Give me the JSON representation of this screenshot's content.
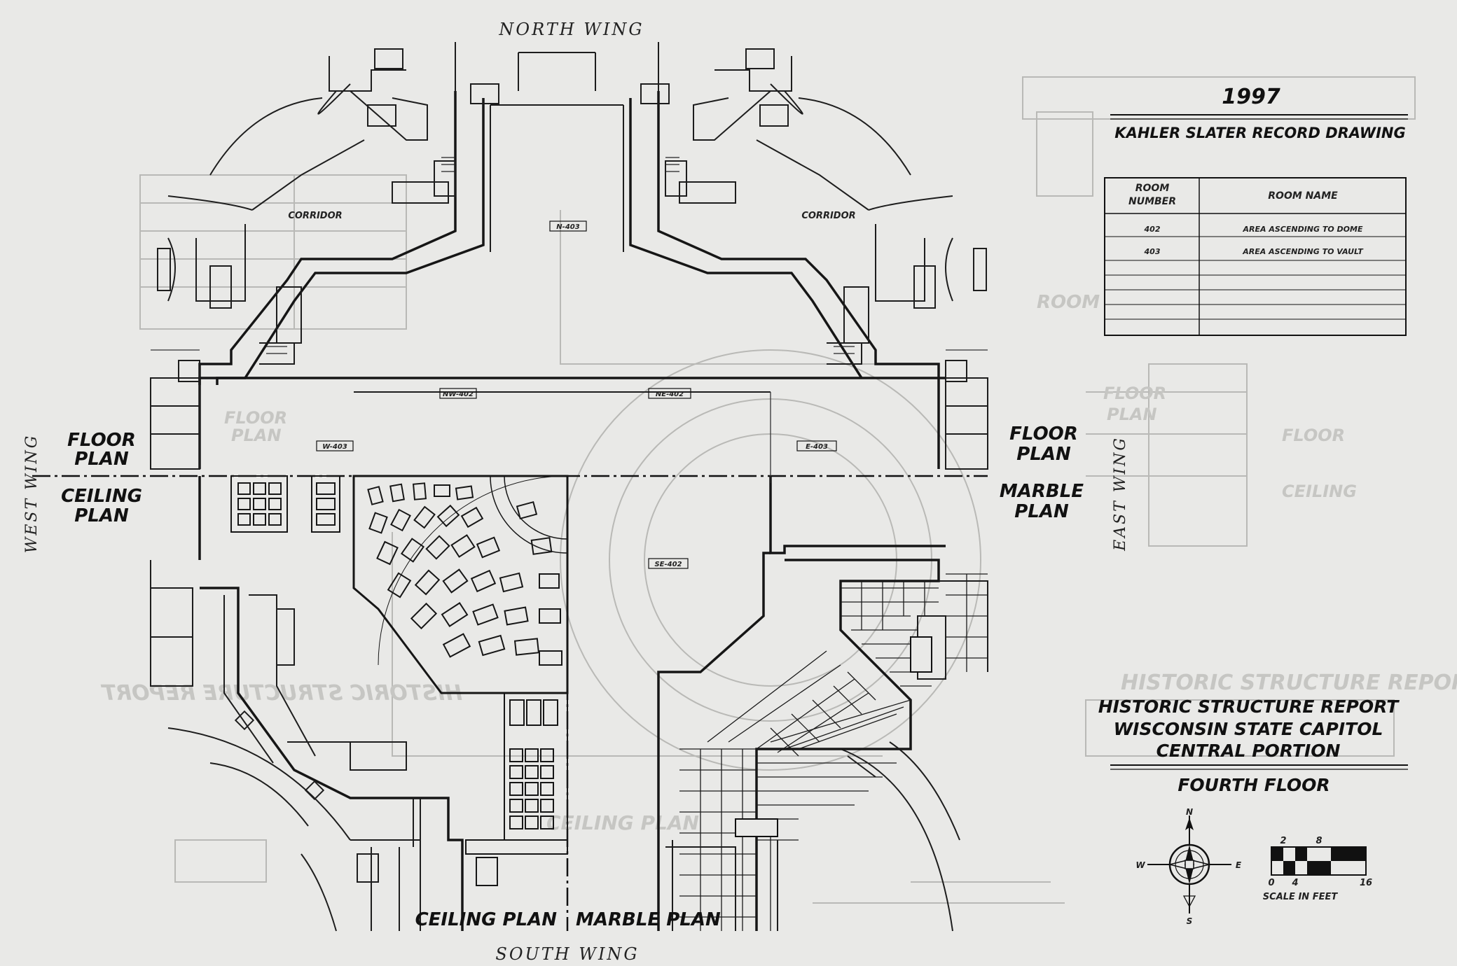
{
  "wings": {
    "north": "NORTH WING",
    "south": "SOUTH WING",
    "west": "WEST WING",
    "east": "EAST WING"
  },
  "plan_labels": {
    "floor_plan_left": [
      "FLOOR",
      "PLAN"
    ],
    "ceiling_plan_left": [
      "CEILING",
      "PLAN"
    ],
    "floor_plan_right": [
      "FLOOR",
      "PLAN"
    ],
    "marble_plan_right": [
      "MARBLE",
      "PLAN"
    ],
    "ceiling_plan_bottom": "CEILING PLAN",
    "marble_plan_bottom": "MARBLE PLAN"
  },
  "corridors": [
    "CORRIDOR",
    "CORRIDOR"
  ],
  "room_tags": [
    "N-403",
    "NW-402",
    "NE-402",
    "W-403",
    "E-403",
    "SE-402"
  ],
  "title_block": {
    "year": "1997",
    "drawing": "KAHLER SLATER RECORD DRAWING",
    "report_lines": [
      "HISTORIC STRUCTURE REPORT",
      "WISCONSIN STATE CAPITOL",
      "CENTRAL PORTION"
    ],
    "floor": "FOURTH FLOOR"
  },
  "room_table": {
    "headers": [
      "ROOM NUMBER",
      "ROOM NAME"
    ],
    "rows": [
      {
        "number": "402",
        "name": "AREA ASCENDING TO DOME"
      },
      {
        "number": "403",
        "name": "AREA ASCENDING TO VAULT"
      },
      {
        "number": "",
        "name": ""
      },
      {
        "number": "",
        "name": ""
      },
      {
        "number": "",
        "name": ""
      },
      {
        "number": "",
        "name": ""
      }
    ]
  },
  "compass": {
    "n": "N",
    "s": "S",
    "e": "E",
    "w": "W"
  },
  "scale_bar": {
    "top_ticks": [
      "2",
      "8"
    ],
    "bottom_ticks": [
      "0",
      "4",
      "16"
    ],
    "caption": "SCALE IN FEET"
  },
  "colors": {
    "paper": "#e9e9e7",
    "ink": "#161616",
    "ghost": "#b9b9b6"
  }
}
